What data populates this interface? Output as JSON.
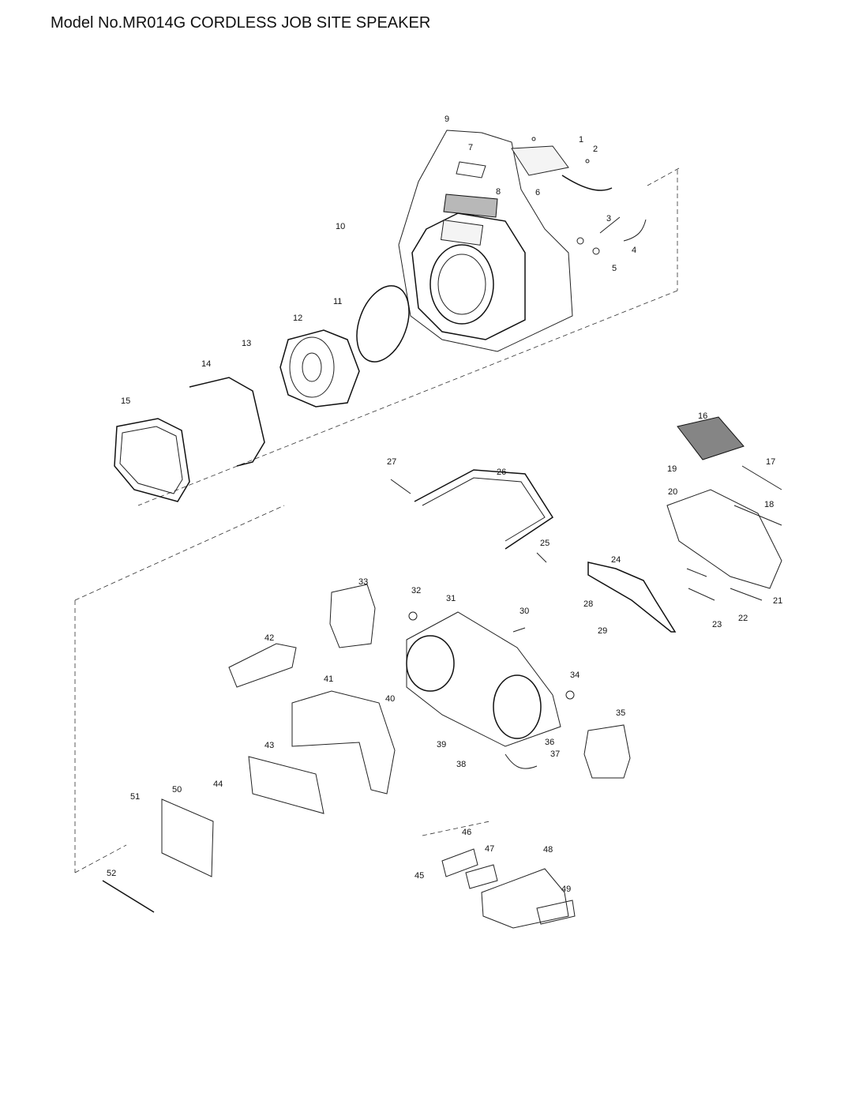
{
  "header": {
    "title": "Model No.MR014G CORDLESS JOB SITE SPEAKER"
  },
  "parts": [
    {
      "no": "1"
    },
    {
      "no": "2"
    },
    {
      "no": "3"
    },
    {
      "no": "4"
    },
    {
      "no": "5"
    },
    {
      "no": "6"
    },
    {
      "no": "7"
    },
    {
      "no": "8"
    },
    {
      "no": "9"
    },
    {
      "no": "10"
    },
    {
      "no": "11"
    },
    {
      "no": "12"
    },
    {
      "no": "13"
    },
    {
      "no": "14"
    },
    {
      "no": "15"
    },
    {
      "no": "16"
    },
    {
      "no": "17"
    },
    {
      "no": "18"
    },
    {
      "no": "19"
    },
    {
      "no": "20"
    },
    {
      "no": "21"
    },
    {
      "no": "22"
    },
    {
      "no": "23"
    },
    {
      "no": "24"
    },
    {
      "no": "25"
    },
    {
      "no": "26"
    },
    {
      "no": "27"
    },
    {
      "no": "28"
    },
    {
      "no": "29"
    },
    {
      "no": "30"
    },
    {
      "no": "31"
    },
    {
      "no": "32"
    },
    {
      "no": "33"
    },
    {
      "no": "34"
    },
    {
      "no": "35"
    },
    {
      "no": "36"
    },
    {
      "no": "37"
    },
    {
      "no": "38"
    },
    {
      "no": "39"
    },
    {
      "no": "40"
    },
    {
      "no": "41"
    },
    {
      "no": "42"
    },
    {
      "no": "43"
    },
    {
      "no": "44"
    },
    {
      "no": "45"
    },
    {
      "no": "46"
    },
    {
      "no": "47"
    },
    {
      "no": "48"
    },
    {
      "no": "49"
    },
    {
      "no": "50"
    },
    {
      "no": "51"
    },
    {
      "no": "52"
    }
  ]
}
